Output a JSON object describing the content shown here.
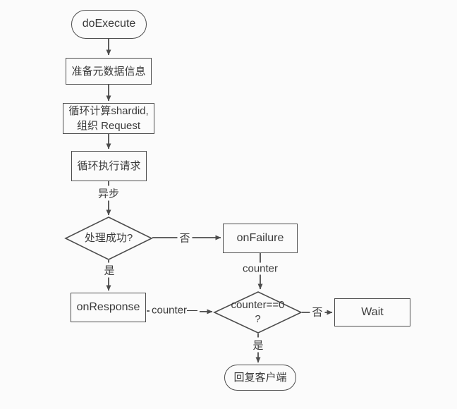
{
  "diagram": {
    "type": "flowchart",
    "colors": {
      "background": "#fbfbfb",
      "stroke": "#4d4d4d",
      "text": "#3a3a3a"
    },
    "nodes": {
      "start": {
        "shape": "rounded",
        "label": "doExecute"
      },
      "prepare": {
        "shape": "rect",
        "label": "准备元数据信息"
      },
      "shard": {
        "shape": "rect",
        "line1": "循环计算shardid,",
        "line2": "组织 Request"
      },
      "execute": {
        "shape": "rect",
        "label": "循环执行请求"
      },
      "success_check": {
        "shape": "diamond",
        "label": "处理成功?"
      },
      "on_failure": {
        "shape": "rect",
        "label": "onFailure"
      },
      "on_response": {
        "shape": "rect",
        "label": "onResponse"
      },
      "counter_check": {
        "shape": "diamond",
        "line1": "counter==0",
        "line2": "?"
      },
      "wait": {
        "shape": "rect",
        "label": "Wait"
      },
      "reply": {
        "shape": "rounded",
        "label": "回复客户端"
      }
    },
    "edge_labels": {
      "async": "异步",
      "no_to_failure": "否",
      "yes_to_response": "是",
      "counter_from_failure": "counter",
      "counter_from_response": "counter—",
      "no_to_wait": "否",
      "yes_to_reply": "是"
    }
  }
}
